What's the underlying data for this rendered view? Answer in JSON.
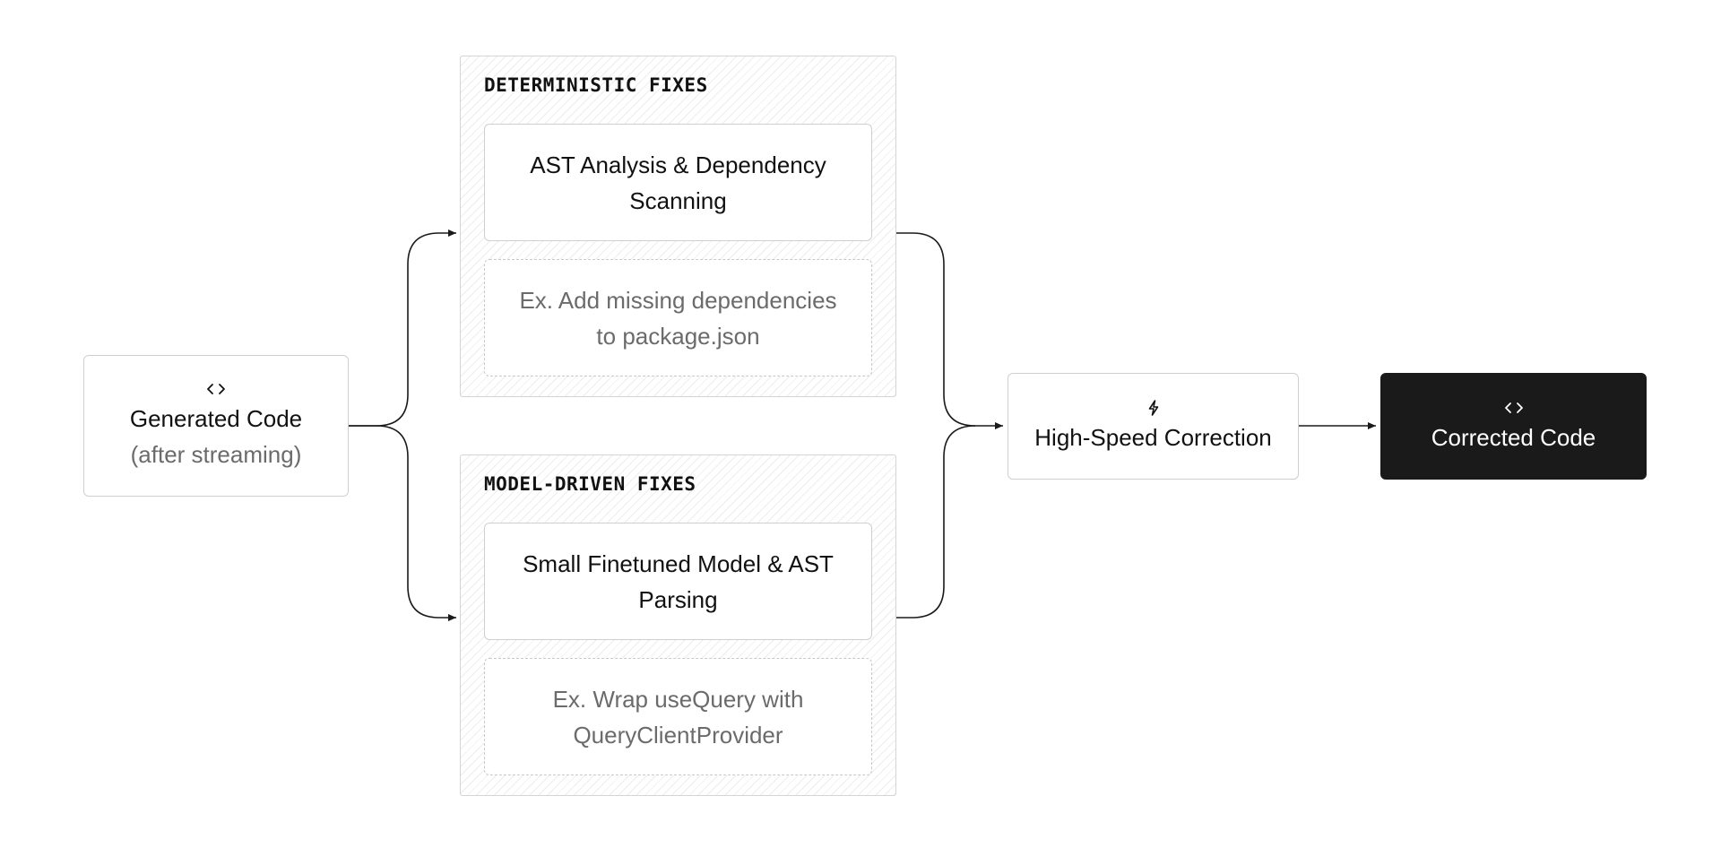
{
  "nodes": {
    "generated": {
      "icon": "code-brackets-icon",
      "title": "Generated Code",
      "subtitle": "(after streaming)"
    },
    "high_speed": {
      "icon": "lightning-bolt-icon",
      "title": "High-Speed Correction"
    },
    "corrected": {
      "icon": "code-brackets-icon",
      "title": "Corrected Code"
    }
  },
  "groups": [
    {
      "title": "DETERMINISTIC FIXES",
      "method": "AST Analysis & Dependency Scanning",
      "example": "Ex. Add missing dependencies to package.json"
    },
    {
      "title": "MODEL-DRIVEN FIXES",
      "method": "Small Finetuned Model & AST Parsing",
      "example": "Ex. Wrap useQuery with QueryClientProvider"
    }
  ],
  "colors": {
    "line": "#1a1a1a",
    "border": "#cfcfcf",
    "dark_fill": "#1a1a1a",
    "muted_text": "#6b6b6b"
  }
}
